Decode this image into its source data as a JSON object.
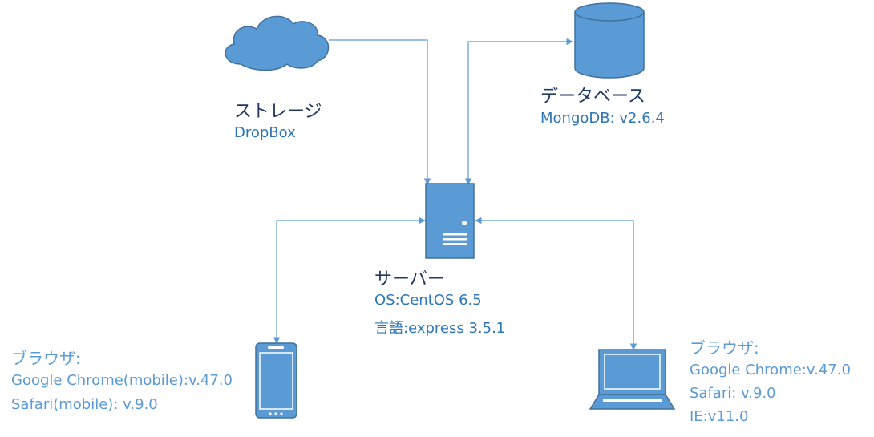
{
  "storage": {
    "title": "ストレージ",
    "detail": "DropBox",
    "icon": "cloud-icon"
  },
  "database": {
    "title": "データベース",
    "detail": "MongoDB: v2.6.4",
    "icon": "database-icon"
  },
  "server": {
    "title": "サーバー",
    "details": [
      "OS:CentOS 6.5",
      "言語:express 3.5.1"
    ],
    "icon": "server-icon"
  },
  "mobile_client": {
    "title": "ブラウザ:",
    "details": [
      "Google Chrome(mobile):v.47.0",
      "Safari(mobile): v.9.0"
    ],
    "icon": "smartphone-icon"
  },
  "laptop_client": {
    "title": "ブラウザ:",
    "details": [
      "Google Chrome:v.47.0",
      "Safari: v.9.0",
      "IE:v11.0"
    ],
    "icon": "laptop-icon"
  },
  "colors": {
    "shape_fill": "#5b9bd5",
    "shape_stroke": "#41719c",
    "connector": "#5b9bd5",
    "title_text": "#1f3864",
    "detail_text": "#2e75b6",
    "client_text": "#5b9bd5"
  }
}
